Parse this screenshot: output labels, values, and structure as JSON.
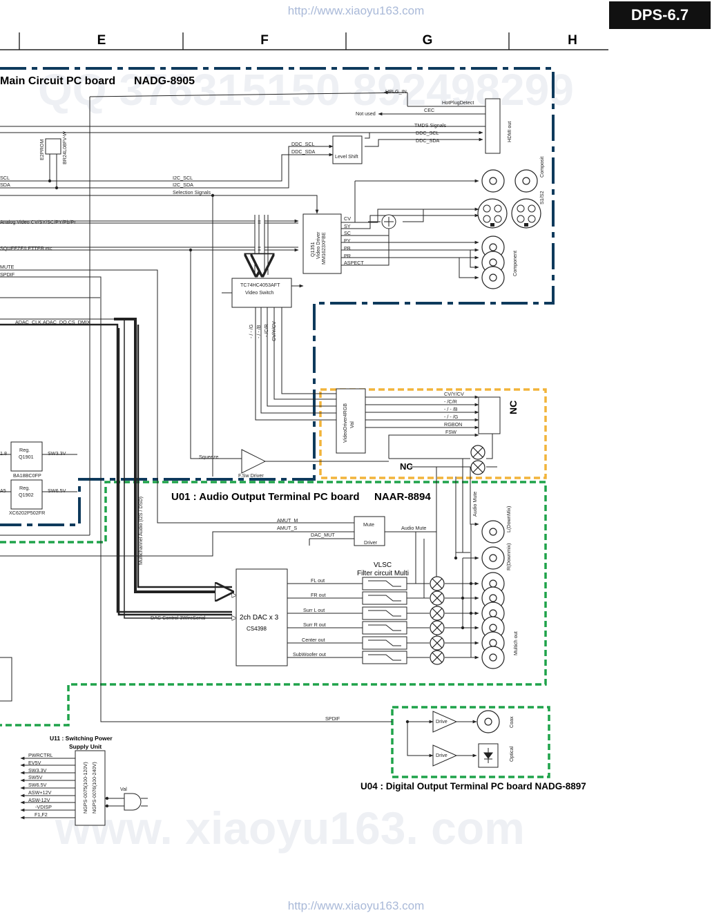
{
  "watermark_url": "http://www.xiaoyu163.com",
  "watermark_url_bottom": "http://www.xiaoyu163.com",
  "watermark_big": "www. xiaoyu163. com",
  "watermark_qq": "QQ 376315150   892498299",
  "model_tag": "DPS-6.7",
  "columns": [
    "E",
    "F",
    "G",
    "H"
  ],
  "boards": {
    "main": "Main Circuit PC board",
    "main_id": "NADG-8905",
    "u01": "U01 : Audio Output Terminal PC board",
    "u01_id": "NAAR-8894",
    "u04": "U04 : Digital Output Terminal PC board NADG-8897",
    "u11_line1": "U11 : Switching Power",
    "u11_line2": "Supply Unit"
  },
  "nc": [
    "NC",
    "NC"
  ],
  "labels": {
    "hplg_in": "HPLG_IN",
    "hot_plug": "HotPlugDetect",
    "not_used": "Not used",
    "cec": "CEC",
    "tmds": "TMDS Signals",
    "ddc_scl_r": "DDC_SCL",
    "ddc_sda_r": "DDC_SDA",
    "hdmi_out": "HDMI out",
    "e2prom": "E2PROM",
    "e2prom_part": "BR24L08FV-W",
    "ddc_scl_l": "DDC_SCL",
    "ddc_sda_l": "DDC_SDA",
    "level_shift": "Level Shift",
    "scl": "SCL",
    "sda": "SDA",
    "i2c_scl": "I2C_SCL",
    "i2c_sda": "I2C_SDA",
    "selection": "Selection Signals",
    "composit": "Composit",
    "s1s2": "S1/S2",
    "analog_video": "Analog Video CV/SY/SC/PY/Pb/Pr",
    "squeeze_letter": "SQUEEZE/LETTER etc",
    "vd_cv": "CV",
    "vd_sy": "SY",
    "vd_sc": "SC",
    "vd_py": "PY",
    "vd_pb": "PB",
    "vd_pr": "PR",
    "vd_aspect": "ASPECT",
    "q1351": "Q1351",
    "video_driver": "Video Driver",
    "q1351_part": "MM1623XFBE",
    "component": "Component",
    "mute": "MUTE",
    "spdif_l": "SPDIF",
    "video_switch_part": "TC74HC4053AFT",
    "video_switch": "Video Switch",
    "adac": "ADAC_CLK,ADAC_DO,CS_DMIX",
    "sw_g": "- / - /G",
    "sw_b": "- / - /B",
    "sw_r": "- /C/R",
    "sw_cv": "CV/Y/CV",
    "vdrgb": "VideoDriver4RGB",
    "val1": "Val",
    "rgb_cv": "CV/Y/CV",
    "rgb_r": "- /C/R",
    "rgb_b": "- / - /B",
    "rgb_g": "- / - /G",
    "rgbon": "RGBON",
    "fsw": "FSW",
    "v18": "1.8",
    "reg1": "Reg.",
    "q1901": "Q1901",
    "sw33v": "SW3.3V",
    "ba18": "BA18BC0FP",
    "a5": "A5",
    "reg2": "Reg.",
    "q1902": "Q1902",
    "sw65v": "SW6.5V",
    "xc6202": "XC6202P502FR",
    "squeeze": "Squeeze",
    "fsw_driver": "F.Sw Driver",
    "audio_mute_v": "Audio Mute",
    "multich_audio": "Multichannel Audio (I2S / DSD)",
    "amut_m": "AMUT_M",
    "amut_s": "AMUT_S",
    "dac_mut": "DAC_MUT",
    "mute_box": "Mute",
    "driver_box": "Driver",
    "audio_mute_h": "Audio Mute",
    "l_downmix": "L(DownMix)",
    "r_downmix": "R(Downmix)",
    "vlsc": "VLSC",
    "filter": "Filter circuit Multi",
    "fl": "FL out",
    "fr": "FR out",
    "sl": "Surr L out",
    "sr": "Surr R out",
    "ct": "Center out",
    "sw": "SubWoofer out",
    "dac": "2ch DAC x 3",
    "dac_part": "CS4398",
    "dac_ctrl": "DAC Control 3WireSerial",
    "multich_out": "Multich out",
    "spdif": "SPDIF",
    "drive1": "Drive",
    "drive2": "Drive",
    "coax": "Coax",
    "optical": "Optical",
    "pwrctrl": "PWRCTRL",
    "ev5v": "EV5V",
    "sw3v3": "SW3.3V",
    "sw5v": "SW5V",
    "sw6v5": "SW6.5V",
    "asw12p": "ASW+12V",
    "asw12m": "ASW-12V",
    "vdisp": "-VDISP",
    "f1f2": "F1,F2",
    "ngps1": "NGPS-0075(100-120V)",
    "ngps2": "NGPS-0076(100-240V)",
    "val2": "Val"
  },
  "colors": {
    "main_border": "#0e3a5c",
    "nc_border": "#f2b43a",
    "audio_border": "#1fa34a",
    "line": "#222222",
    "watermark": "#d8dce6",
    "watermark_red": "#e7b3b3"
  }
}
